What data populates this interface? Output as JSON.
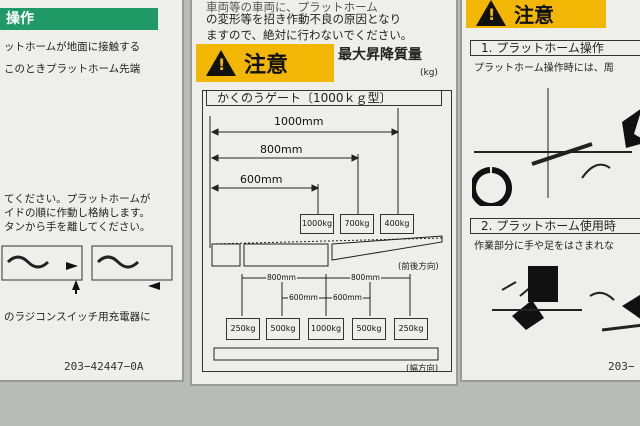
{
  "left_panel": {
    "header": "操作",
    "line1": "ットホームが地面に接触する",
    "line2": "このときプラットホーム先端",
    "line3": "てください。プラットホームが",
    "line4": "イドの順に作動し格納します。",
    "line5": "タンから手を離してください。",
    "line6": "のラジコンスイッチ用充電器に",
    "part_no": "203−42447−0A"
  },
  "middle_panel": {
    "top_line1": "車両等の車両に、プラットホーム",
    "top_line2": "の変形等を招き作動不良の原因となり",
    "top_line3": "ますので、絶対に行わないでください。",
    "warning_label": "注意",
    "max_load_title": "最大昇降質量",
    "max_load_unit": "(kg)",
    "gate_type": "かくのうゲート〔1000ｋｇ型〕",
    "dims_depth": [
      "1000mm",
      "800mm",
      "600mm"
    ],
    "depth_weights": [
      "1000kg",
      "700kg",
      "400kg"
    ],
    "depth_caption": "(前後方向)",
    "dims_width_outer": [
      "800mm",
      "800mm"
    ],
    "dims_width_inner": [
      "600mm",
      "600mm"
    ],
    "width_weights": [
      "250kg",
      "500kg",
      "1000kg",
      "500kg",
      "250kg"
    ],
    "width_caption": "(幅方向)"
  },
  "right_panel": {
    "warning_label": "注意",
    "section1": "1. プラットホーム操作",
    "section1_text": "プラットホーム操作時には、周",
    "section2": "2. プラットホーム使用時",
    "section2_text": "作業部分に手や足をはさまれな",
    "part_no": "203−"
  },
  "colors": {
    "warning_yellow": "#f2b705",
    "header_green": "#1f9a66",
    "panel_bg": "#eeeeea"
  }
}
